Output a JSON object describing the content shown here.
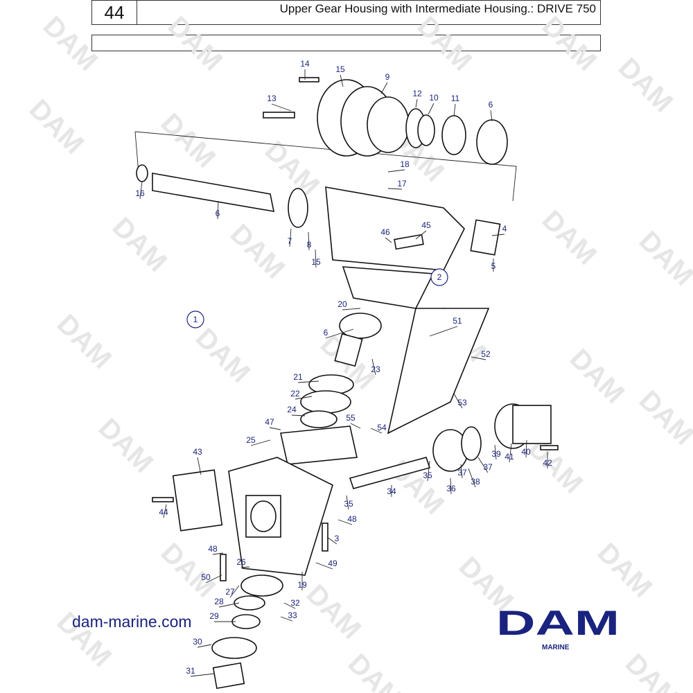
{
  "header": {
    "page_number": "44",
    "title": "Upper Gear Housing with Intermediate Housing.: DRIVE 750"
  },
  "watermark": "DAM",
  "callouts": [
    "14",
    "15",
    "9",
    "12",
    "10",
    "11",
    "6",
    "13",
    "18",
    "17",
    "16",
    "6",
    "7",
    "8",
    "15",
    "46",
    "45",
    "4",
    "5",
    "2",
    "1",
    "20",
    "51",
    "6",
    "52",
    "23",
    "21",
    "22",
    "53",
    "24",
    "55",
    "54",
    "47",
    "25",
    "43",
    "39",
    "41",
    "40",
    "42",
    "37",
    "35",
    "37",
    "38",
    "34",
    "36",
    "44",
    "35",
    "48",
    "3",
    "48",
    "49",
    "26",
    "50",
    "19",
    "27",
    "32",
    "28",
    "33",
    "29",
    "30",
    "31"
  ],
  "circled_callouts": [
    "2",
    "1"
  ],
  "footer": {
    "website": "dam-marine.com",
    "logo_text": "DAM",
    "logo_sub": "MARINE"
  },
  "colors": {
    "callout_text": "#1a237e",
    "logo": "#1a237e",
    "watermark": "#e6e6e6"
  }
}
